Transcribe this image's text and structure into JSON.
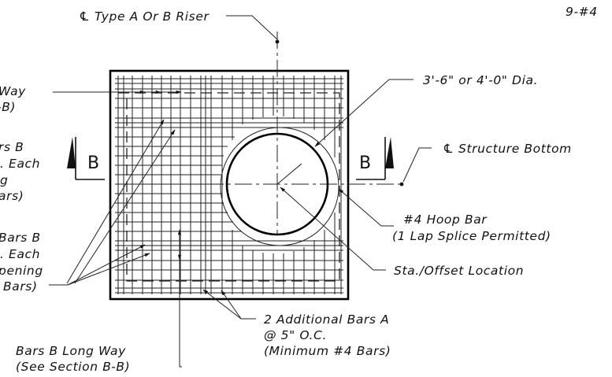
{
  "sheet_ref": "9-#4",
  "labels": {
    "riser": "℄ Type A Or B Riser",
    "dia": "3'-6\" or 4'-0\" Dia.",
    "structure_bottom": "℄ Structure Bottom",
    "hoop_1": "#4 Hoop Bar",
    "hoop_2": "(1 Lap Splice Permitted)",
    "sta_offset": "Sta./Offset Location",
    "add_a_1": "2 Additional Bars A",
    "add_a_2": "@ 5\" O.C.",
    "add_a_3": "(Minimum #4 Bars)",
    "b_long_1": "Bars B Long Way",
    "b_long_2": "(See Section B-B)",
    "left_1a": "Way",
    "left_1b": "-B)",
    "left_2a": "rs B",
    "left_2b": ". Each",
    "left_2c": "g",
    "left_2d": "ars)",
    "left_3a": "Bars B",
    "left_3b": ". Each",
    "left_3c": "pening",
    "left_3d": "Bars)"
  },
  "section_marks": {
    "left": "B",
    "right": "B"
  }
}
